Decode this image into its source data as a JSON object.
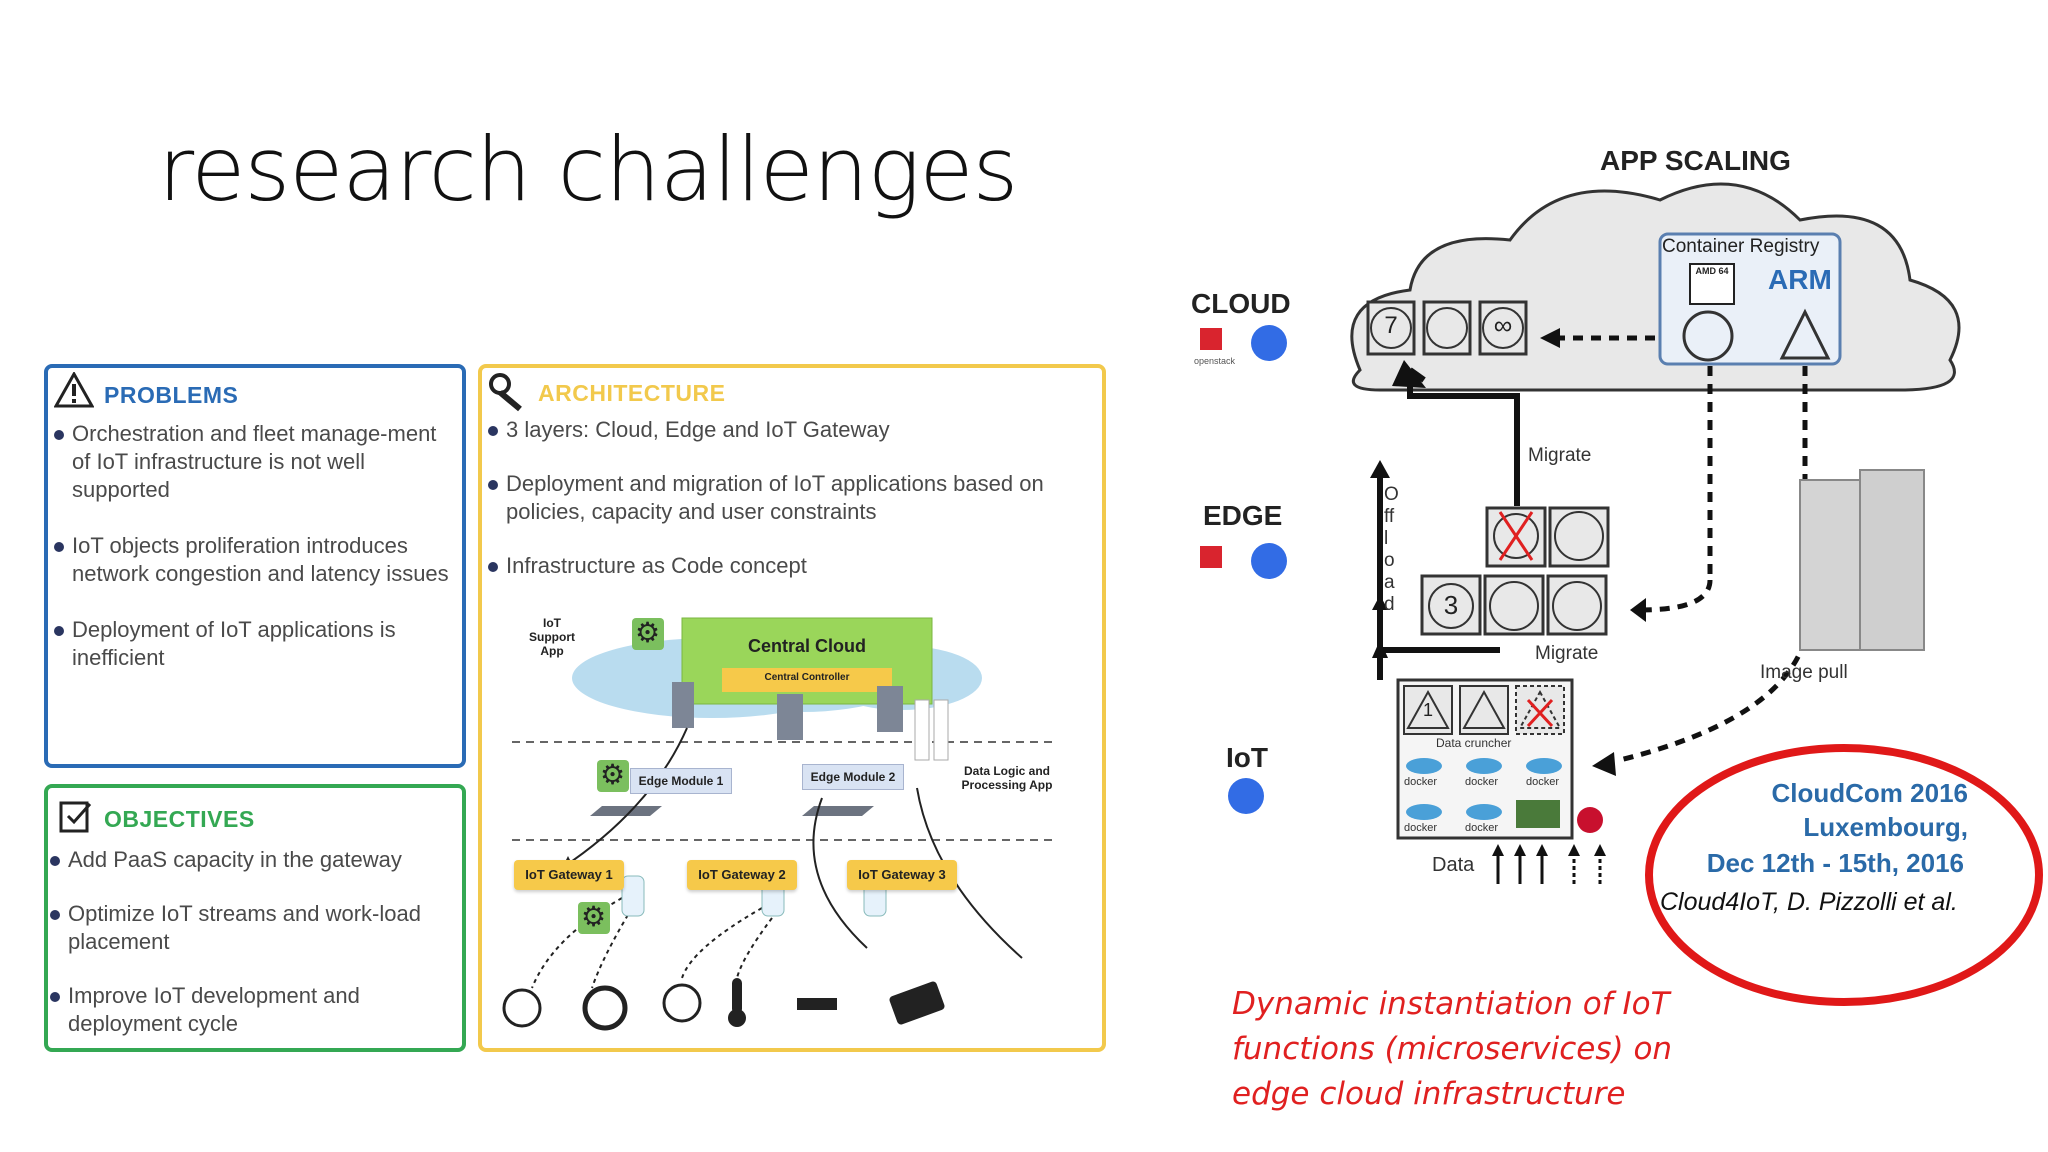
{
  "slide": {
    "title": "research challenges"
  },
  "problems": {
    "heading": "PROBLEMS",
    "items": [
      "Orchestration and fleet manage-ment of IoT infrastructure is not well supported",
      "IoT objects proliferation introduces network congestion and latency issues",
      "Deployment of IoT applications is inefficient"
    ]
  },
  "objectives": {
    "heading": "OBJECTIVES",
    "items": [
      "Add PaaS capacity in the gateway",
      "Optimize IoT streams and work-load placement",
      "Improve IoT development and deployment cycle"
    ]
  },
  "architecture": {
    "heading": "ARCHITECTURE",
    "items": [
      "3 layers: Cloud, Edge and IoT Gateway",
      "Deployment and migration of IoT applications based on policies, capacity and user constraints",
      "Infrastructure as Code concept"
    ],
    "diagram": {
      "iot_support_app": "IoT Support App",
      "central_cloud": "Central Cloud",
      "central_controller": "Central Controller",
      "edge_module_1": "Edge Module 1",
      "edge_module_2": "Edge Module 2",
      "data_logic_app": "Data Logic and Processing App",
      "gateways": [
        "IoT Gateway 1",
        "IoT Gateway 2",
        "IoT Gateway 3"
      ]
    }
  },
  "scaling": {
    "title": "APP SCALING",
    "layers": {
      "cloud": "CLOUD",
      "edge": "EDGE",
      "iot": "IoT"
    },
    "openstack": "openstack",
    "registry": {
      "title": "Container Registry",
      "amd": "AMD 64",
      "arm": "ARM"
    },
    "labels": {
      "migrate_top": "Migrate",
      "migrate_bottom": "Migrate",
      "offload": "Offload",
      "image_pull": "Image pull",
      "data_cruncher": "Data cruncher",
      "data": "Data",
      "docker": "docker"
    },
    "nodes": {
      "cloud_first": "7",
      "cloud_third": "∞",
      "edge_first": "3",
      "iot_first": "1"
    }
  },
  "conference": {
    "line1": "CloudCom 2016",
    "line2": "Luxembourg,",
    "line3": "Dec 12th - 15th, 2016",
    "citation": "Cloud4IoT,  D. Pizzolli et al."
  },
  "caption": {
    "line1": "Dynamic instantiation of IoT",
    "line2": "functions (microservices) on",
    "line3": "edge cloud infrastructure"
  },
  "colors": {
    "problems": "#2a6bb5",
    "objectives": "#34a853",
    "architecture": "#f2c94c",
    "caption": "#e02020",
    "ellipse": "#e01818"
  }
}
